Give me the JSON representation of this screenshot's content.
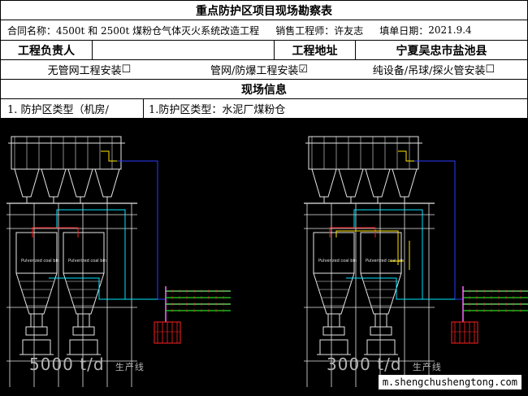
{
  "form": {
    "title": "重点防护区项目现场勘察表",
    "contract_label": "合同名称：",
    "contract_name": "4500t 和 2500t 煤粉仓气体灭火系统改造工程",
    "engineer_label": "销售工程师：",
    "engineer_name": "许友志",
    "date_label": "填单日期：",
    "date_value": "2021.9.4",
    "project_lead_label": "工程负责人",
    "site_label": "工程地址",
    "site_value": "宁夏吴忠市盐池县",
    "install_options": [
      {
        "label": "无管网工程安装",
        "checked": false
      },
      {
        "label": "管网/防爆工程安装",
        "checked": true
      },
      {
        "label": "纯设备/吊球/探火管安装",
        "checked": false
      }
    ],
    "section_title": "现场信息",
    "zone_type_left": "1. 防护区类型（机房/",
    "zone_type_right": "1.防护区类型：水泥厂煤粉仓"
  },
  "drawing": {
    "left_line_label": "5000 t/d",
    "left_line_suffix": "生产线",
    "right_line_label": "3000 t/d",
    "right_line_suffix": "生产线",
    "equipment_label": "Pulverized coal bin"
  },
  "watermark": "m.shengchushengtong.com",
  "colors": {
    "pipe_blue": "#2b3cff",
    "pipe_cyan": "#00e5ff",
    "pipe_yellow": "#ffe600",
    "pipe_red": "#ff2020",
    "pipe_green": "#22dd22",
    "cad_white": "#e6e6e6"
  }
}
